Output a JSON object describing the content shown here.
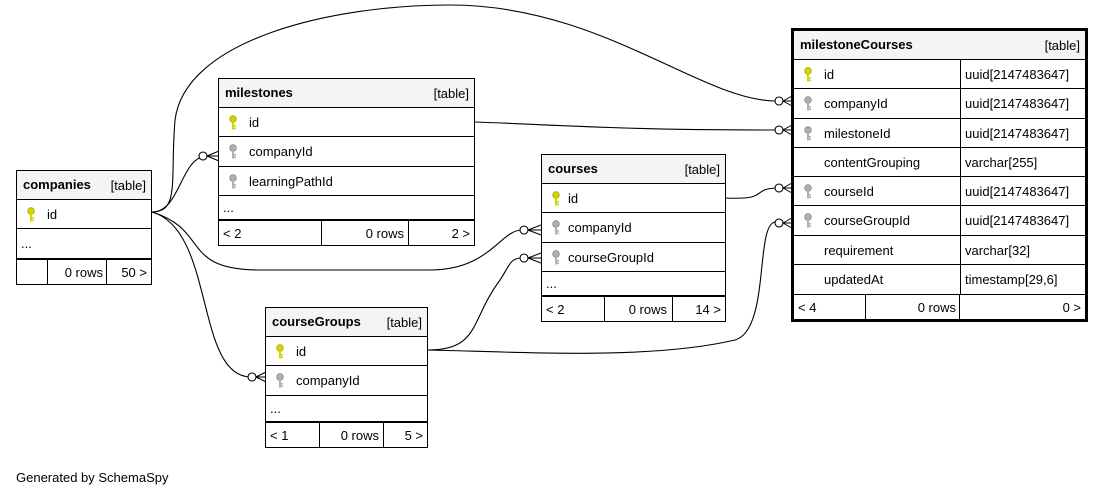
{
  "tables": {
    "companies": {
      "name": "companies",
      "kind": "[table]",
      "columns": [
        {
          "name": "id",
          "key": "primary"
        }
      ],
      "ellipsis": "...",
      "footer": {
        "prev": "",
        "rows": "0 rows",
        "next": "50 >"
      }
    },
    "milestones": {
      "name": "milestones",
      "kind": "[table]",
      "columns": [
        {
          "name": "id",
          "key": "primary"
        },
        {
          "name": "companyId",
          "key": "foreign"
        },
        {
          "name": "learningPathId",
          "key": "foreign"
        }
      ],
      "ellipsis": "...",
      "footer": {
        "prev": "< 2",
        "rows": "0 rows",
        "next": "2 >"
      }
    },
    "courses": {
      "name": "courses",
      "kind": "[table]",
      "columns": [
        {
          "name": "id",
          "key": "primary"
        },
        {
          "name": "companyId",
          "key": "foreign"
        },
        {
          "name": "courseGroupId",
          "key": "foreign"
        }
      ],
      "ellipsis": "...",
      "footer": {
        "prev": "< 2",
        "rows": "0 rows",
        "next": "14 >"
      }
    },
    "courseGroups": {
      "name": "courseGroups",
      "kind": "[table]",
      "columns": [
        {
          "name": "id",
          "key": "primary"
        },
        {
          "name": "companyId",
          "key": "foreign"
        }
      ],
      "ellipsis": "...",
      "footer": {
        "prev": "< 1",
        "rows": "0 rows",
        "next": "5 >"
      }
    },
    "milestoneCourses": {
      "name": "milestoneCourses",
      "kind": "[table]",
      "columns": [
        {
          "name": "id",
          "key": "primary",
          "type": "uuid[2147483647]"
        },
        {
          "name": "companyId",
          "key": "foreign",
          "type": "uuid[2147483647]"
        },
        {
          "name": "milestoneId",
          "key": "foreign",
          "type": "uuid[2147483647]"
        },
        {
          "name": "contentGrouping",
          "key": "",
          "type": "varchar[255]"
        },
        {
          "name": "courseId",
          "key": "foreign",
          "type": "uuid[2147483647]"
        },
        {
          "name": "courseGroupId",
          "key": "foreign",
          "type": "uuid[2147483647]"
        },
        {
          "name": "requirement",
          "key": "",
          "type": "varchar[32]"
        },
        {
          "name": "updatedAt",
          "key": "",
          "type": "timestamp[29,6]"
        }
      ],
      "footer": {
        "prev": "< 4",
        "rows": "0 rows",
        "next": "0 >"
      }
    }
  },
  "relationships": [
    {
      "from": "companies.id",
      "to": "milestones.companyId"
    },
    {
      "from": "companies.id",
      "to": "courses.companyId"
    },
    {
      "from": "companies.id",
      "to": "courseGroups.companyId"
    },
    {
      "from": "companies.id",
      "to": "milestoneCourses.companyId"
    },
    {
      "from": "milestones.id",
      "to": "milestoneCourses.milestoneId"
    },
    {
      "from": "courses.id",
      "to": "milestoneCourses.courseId"
    },
    {
      "from": "courseGroups.id",
      "to": "courses.courseGroupId"
    },
    {
      "from": "courseGroups.id",
      "to": "milestoneCourses.courseGroupId"
    }
  ],
  "colors": {
    "primary_key": "#d4d400",
    "foreign_key": "#b0b0b0",
    "header_bg": "#f4f4f4"
  },
  "generated": "Generated by SchemaSpy"
}
